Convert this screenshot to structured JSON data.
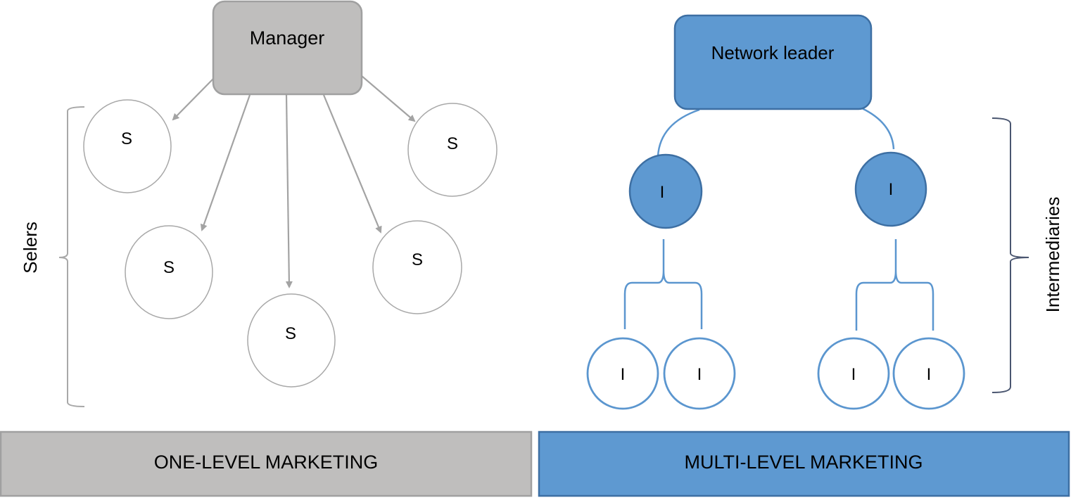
{
  "colors": {
    "gray_fill": "#bfbebd",
    "gray_stroke": "#a0a0a0",
    "gray_arrow": "#a3a3a3",
    "circle_stroke_gray": "#a8a8a8",
    "blue_fill": "#5e99d1",
    "blue_stroke": "#3d6fa3",
    "blue_line": "#5b96cf",
    "bracket_dark": "#4a5670"
  },
  "one_level": {
    "root_label": "Manager",
    "node_label": "S",
    "node_count": 5,
    "group_label": "Selers",
    "footer_label": "ONE-LEVEL MARKETING"
  },
  "multi_level": {
    "root_label": "Network leader",
    "level1_label": "I",
    "level2_label": "I",
    "level1_count": 2,
    "level2_count": 4,
    "group_label": "Intermediaries",
    "footer_label": "MULTI-LEVEL MARKETING"
  }
}
